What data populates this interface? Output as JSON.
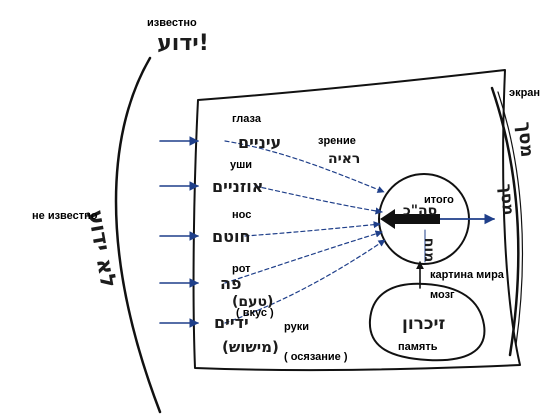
{
  "labels": {
    "known": "известно",
    "unknown": "не известно",
    "screen": "экран",
    "eyes": "глаза",
    "ears": "уши",
    "nose": "нос",
    "mouth": "рот",
    "taste": "( вкус )",
    "hands": "руки",
    "touch": "( осязание )",
    "vision": "зрение",
    "total": "итого",
    "world_picture": "картина мира",
    "brain": "мозг",
    "memory": "память"
  },
  "hebrew": {
    "known": "ידוע!",
    "unknown": "לא ידוע",
    "screen": "מסך",
    "screen2": "מסך",
    "eyes": "עיניים",
    "ears": "אוזניים",
    "nose": "חוטם",
    "mouth": "פה",
    "taste": "(טעם)",
    "hands": "ידיים",
    "touch": "(מישוש)",
    "vision": "ראיה",
    "total": "סה\"כ",
    "brain": "מוח",
    "memory": "זיכרון"
  },
  "colors": {
    "ink": "#111111",
    "arrow": "#1f3f8a",
    "background": "#ffffff"
  }
}
